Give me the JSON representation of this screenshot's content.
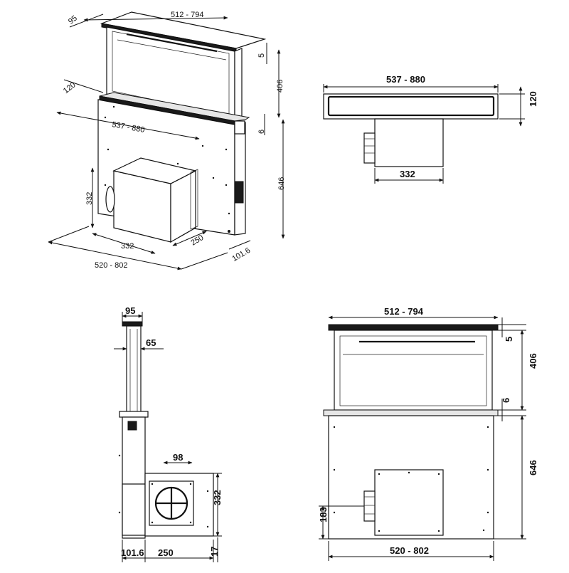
{
  "views": {
    "isometric": {
      "width_top": "512 - 794",
      "depth_top": "95",
      "glass_thickness": "5",
      "visible_height": "406",
      "frame_depth": "120",
      "frame_width": "537 - 880",
      "gap": "6",
      "lower_height": "646",
      "motor_height": "332",
      "motor_width": "332",
      "motor_depth": "250",
      "base_depth": "101.6",
      "base_width": "520 - 802"
    },
    "top": {
      "frame_width": "537 - 880",
      "frame_depth": "120",
      "motor_width": "332"
    },
    "side": {
      "top_width": "95",
      "profile_width": "65",
      "outlet_width": "98",
      "motor_height": "332",
      "base_depth": "101.6",
      "motor_depth": "250",
      "offset": "17"
    },
    "front": {
      "width_top": "512 - 794",
      "glass_thickness": "5",
      "visible_height": "406",
      "gap": "6",
      "lower_height": "646",
      "outlet_height": "183",
      "base_width": "520 - 802"
    }
  }
}
